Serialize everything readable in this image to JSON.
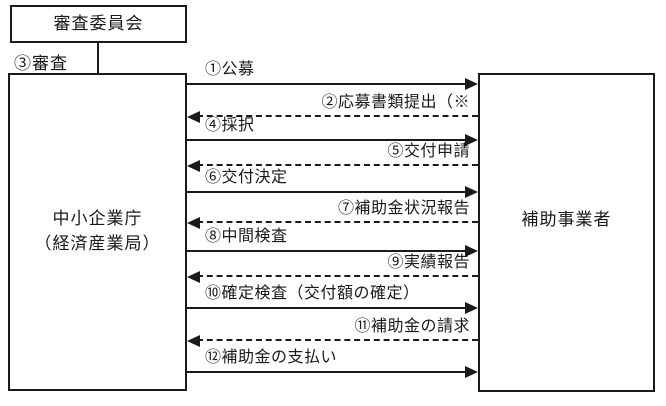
{
  "diagram": {
    "committee_box_label": "審査委員会",
    "review_step_label": "③審査",
    "agency_box": {
      "line1": "中小企業庁",
      "line2": "（経済産業局）"
    },
    "operator_box_label": "補助事業者",
    "flows": [
      {
        "label": "①公募",
        "direction": "right",
        "style": "solid"
      },
      {
        "label": "②応募書類提出（※",
        "direction": "left",
        "style": "dashed"
      },
      {
        "label": "④採択",
        "direction": "right",
        "style": "solid"
      },
      {
        "label": "⑤交付申請",
        "direction": "left",
        "style": "dashed"
      },
      {
        "label": "⑥交付決定",
        "direction": "right",
        "style": "solid"
      },
      {
        "label": "⑦補助金状況報告",
        "direction": "left",
        "style": "dashed"
      },
      {
        "label": "⑧中間検査",
        "direction": "right",
        "style": "solid"
      },
      {
        "label": "⑨実績報告",
        "direction": "left",
        "style": "dashed"
      },
      {
        "label": "⑩確定検査（交付額の確定）",
        "direction": "right",
        "style": "solid"
      },
      {
        "label": "⑪補助金の請求",
        "direction": "left",
        "style": "dashed"
      },
      {
        "label": "⑫補助金の支払い",
        "direction": "right",
        "style": "solid"
      }
    ],
    "colors": {
      "ink": "#1a1a1a",
      "background": "#ffffff"
    }
  }
}
